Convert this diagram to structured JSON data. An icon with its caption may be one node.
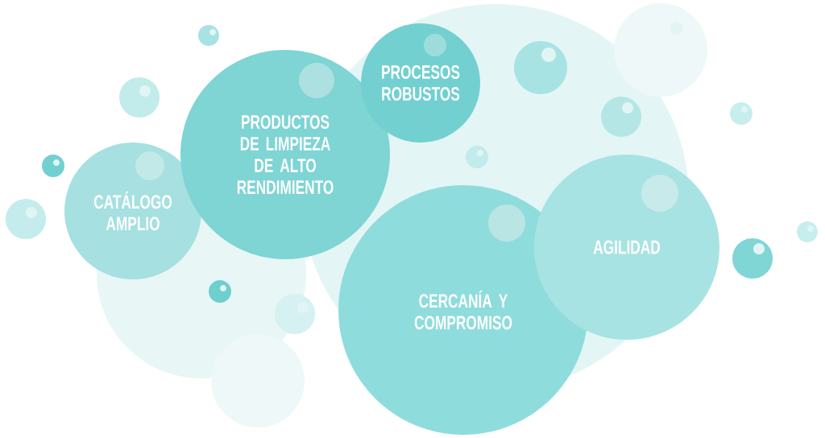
{
  "diagram": {
    "nodes": [
      {
        "text": [
          "CATÁLOGO AMPLIO"
        ]
      },
      {
        "text": [
          "PRODUCTOS DE LIMPIEZA DE ALTO RENDIMIENTO"
        ]
      },
      {
        "text": [
          "PROCESOS ROBUSTOS"
        ]
      },
      {
        "text": [
          "CERCANÍA Y COMPROMISO"
        ]
      },
      {
        "text": [
          "AGILIDAD"
        ]
      }
    ]
  }
}
